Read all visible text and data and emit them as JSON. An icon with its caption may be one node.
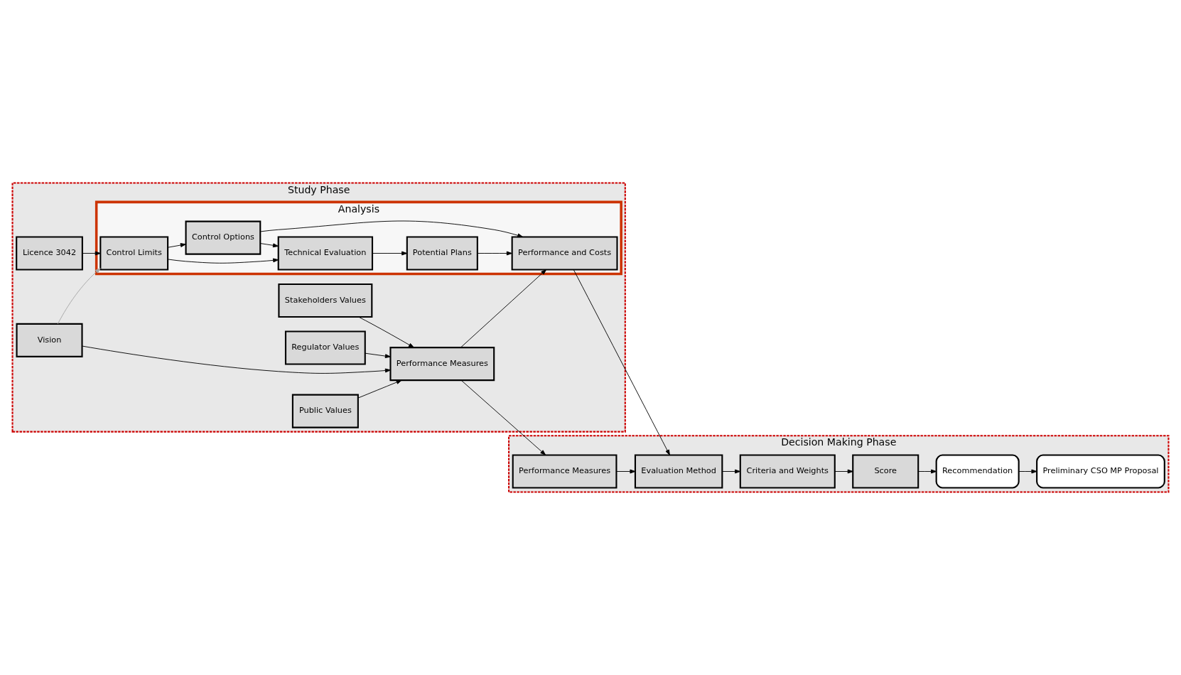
{
  "diagram": {
    "nodes": [
      {
        "text": [
          "Study Phase"
        ]
      },
      {
        "text": [
          "Analysis"
        ],
        "in": 0
      },
      {
        "text": [
          "Technical Evaluation"
        ],
        "in": 1
      },
      {
        "text": [
          "Potential Plans"
        ],
        "in": 1
      },
      {
        "text": [
          "Control Limits"
        ],
        "in": 1
      },
      {
        "text": [
          "Control Options"
        ],
        "in": 1
      },
      {
        "text": [
          "Performance and Costs"
        ],
        "in": 1
      },
      {
        "text": [
          "Licence 3042"
        ],
        "in": 0
      },
      {
        "text": [
          "Vision"
        ],
        "in": 0
      },
      {
        "text": [
          "Performance Measures"
        ],
        "in": 0
      },
      {
        "text": [
          "Stakeholders Values"
        ],
        "in": 0
      },
      {
        "text": [
          "Regulator Values"
        ],
        "in": 0
      },
      {
        "text": [
          "Public Values"
        ],
        "in": 0
      },
      {
        "text": [
          "Decision Making Phase"
        ]
      },
      {
        "text": [
          "Evaluation Method"
        ],
        "in": 13
      },
      {
        "text": [
          "Criteria and Weights"
        ],
        "in": 13
      },
      {
        "text": [
          "Performance Measures"
        ],
        "in": 13
      },
      {
        "text": [
          "Score"
        ],
        "in": 13
      },
      {
        "text": [
          "Recommendation"
        ],
        "in": 13
      },
      {
        "text": [
          "Preliminary CSO MP Proposal"
        ],
        "in": 13
      }
    ],
    "edges": [
      {
        "from": 7,
        "to": 4,
        "arrow": "to"
      },
      {
        "from": 4,
        "to": 2,
        "arrow": "to"
      },
      {
        "from": 4,
        "to": 5,
        "arrow": "to"
      },
      {
        "from": 5,
        "to": 2,
        "arrow": "to"
      },
      {
        "from": 2,
        "to": 3,
        "arrow": "to"
      },
      {
        "from": 3,
        "to": 6,
        "arrow": "to"
      },
      {
        "from": 5,
        "to": 6,
        "arrow": "to"
      },
      {
        "from": 6,
        "to": 14,
        "arrow": "to"
      },
      {
        "from": 14,
        "to": 15,
        "arrow": "to"
      },
      {
        "from": 15,
        "to": 17,
        "arrow": "to"
      },
      {
        "from": 17,
        "to": 18,
        "arrow": "to"
      },
      {
        "from": 18,
        "to": 19,
        "arrow": "to"
      },
      {
        "from": 8,
        "to": 4,
        "arrow": "to",
        "color": "#a6a6a6"
      },
      {
        "from": 8,
        "to": 9,
        "arrow": "to"
      },
      {
        "from": 9,
        "to": 6,
        "arrow": "to"
      },
      {
        "from": 9,
        "to": 16,
        "arrow": "to"
      },
      {
        "from": 16,
        "to": 14,
        "arrow": "to"
      },
      {
        "from": 10,
        "to": 9,
        "arrow": "to"
      },
      {
        "from": 11,
        "to": 9,
        "arrow": "to"
      },
      {
        "from": 12,
        "to": 9,
        "arrow": "to"
      }
    ]
  }
}
